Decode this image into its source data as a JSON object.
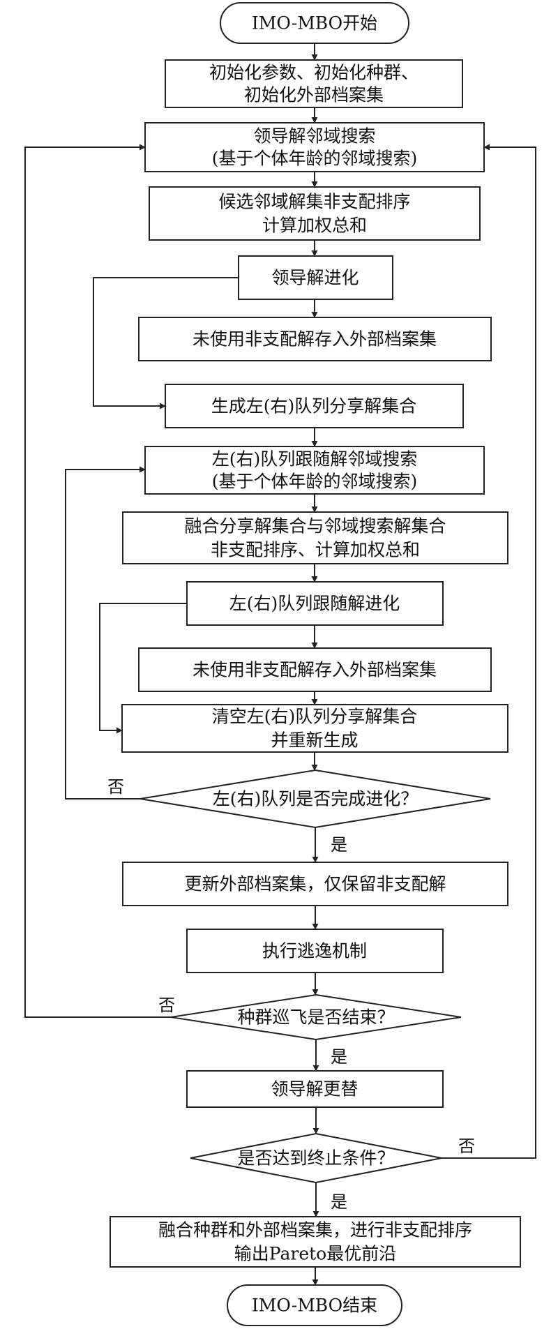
{
  "nodes": {
    "start": [
      "IMO-MBO开始"
    ],
    "init": [
      "初始化参数、初始化种群、",
      "初始化外部档案集"
    ],
    "leader_search": [
      "领导解邻域搜索",
      "(基于个体年龄的邻域搜索)"
    ],
    "candidate_sort": [
      "候选邻域解集非支配排序",
      "计算加权总和"
    ],
    "leader_evolve": [
      "领导解进化"
    ],
    "archive_store_1": [
      "未使用非支配解存入外部档案集"
    ],
    "gen_share": [
      "生成左(右)队列分享解集合"
    ],
    "follower_search": [
      "左(右)队列跟随解邻域搜索",
      "(基于个体年龄的邻域搜索)"
    ],
    "merge_sort": [
      "融合分享解集合与邻域搜索解集合",
      "非支配排序、计算加权总和"
    ],
    "follower_evolve": [
      "左(右)队列跟随解进化"
    ],
    "archive_store_2": [
      "未使用非支配解存入外部档案集"
    ],
    "clear_share": [
      "清空左(右)队列分享解集合",
      "并重新生成"
    ],
    "q_queue": [
      "左(右)队列是否完成进化？"
    ],
    "update_archive": [
      "更新外部档案集，仅保留非支配解"
    ],
    "escape": [
      "执行逃逸机制"
    ],
    "q_tour": [
      "种群巡飞是否结束？"
    ],
    "leader_replace": [
      "领导解更替"
    ],
    "q_stop": [
      "是否达到终止条件？"
    ],
    "output": [
      "融合种群和外部档案集，进行非支配排序",
      "输出Pareto最优前沿"
    ],
    "end": [
      "IMO-MBO结束"
    ]
  },
  "labels": {
    "no": "否",
    "yes": "是"
  }
}
